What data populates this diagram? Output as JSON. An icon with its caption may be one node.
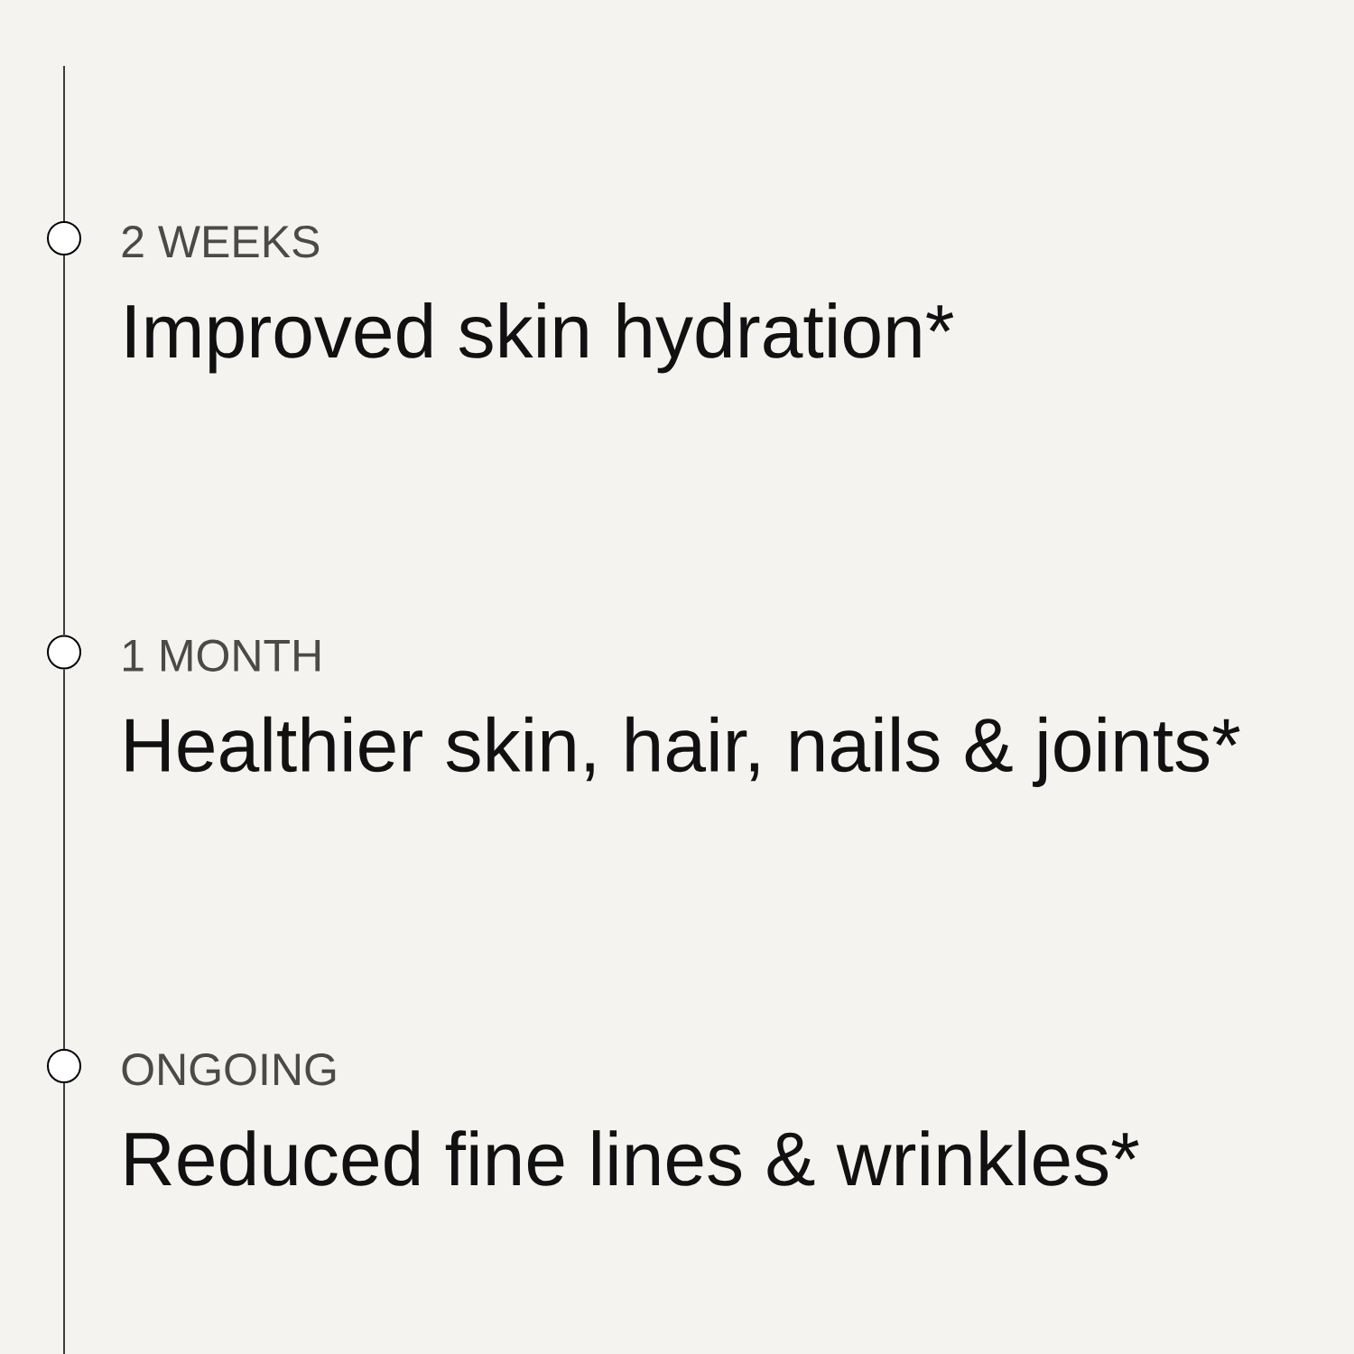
{
  "diagram": {
    "nodes": [
      {
        "text": [],
        "shape": "circle",
        "beside": [
          "2 WEEKS",
          "Improved skin hydration*"
        ]
      },
      {
        "text": [],
        "shape": "circle",
        "beside": [
          "1 MONTH",
          "Healthier skin, hair, nails & joints*"
        ]
      },
      {
        "text": [],
        "shape": "circle",
        "beside": [
          "ONGOING",
          "Reduced fine lines & wrinkles*"
        ]
      }
    ],
    "edges": [
      {
        "from": null,
        "to": 0,
        "arrow": "none"
      },
      {
        "from": 0,
        "to": 1,
        "arrow": "none"
      },
      {
        "from": 1,
        "to": 2,
        "arrow": "none"
      },
      {
        "from": 2,
        "to": null,
        "arrow": "none"
      }
    ]
  }
}
